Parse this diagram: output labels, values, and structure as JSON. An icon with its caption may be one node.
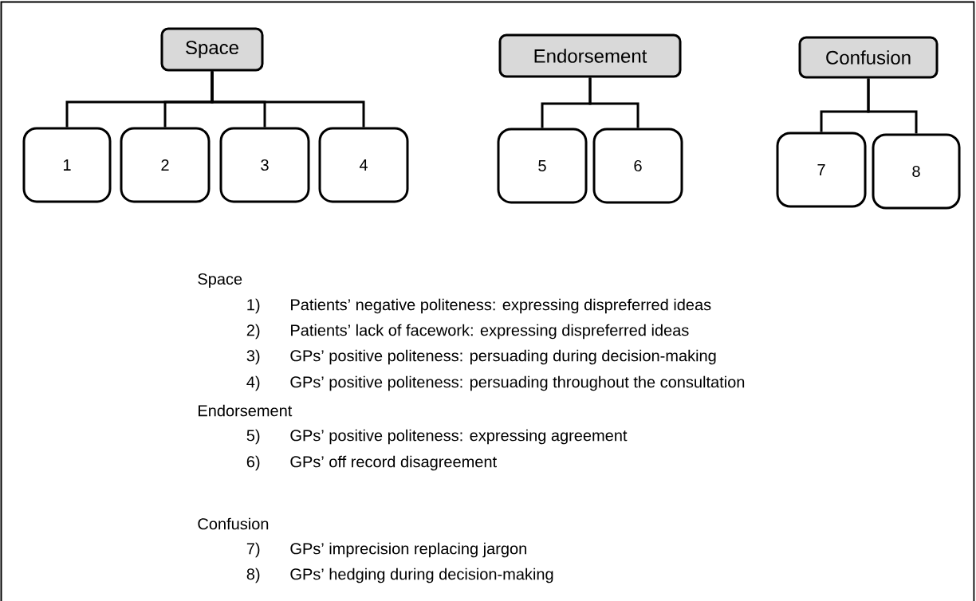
{
  "diagram": {
    "nodes": [
      {
        "text": [
          "Space"
        ]
      },
      {
        "text": [
          "1"
        ]
      },
      {
        "text": [
          "2"
        ]
      },
      {
        "text": [
          "3"
        ]
      },
      {
        "text": [
          "4"
        ]
      },
      {
        "text": [
          "Endorsement"
        ]
      },
      {
        "text": [
          "5"
        ]
      },
      {
        "text": [
          "6"
        ]
      },
      {
        "text": [
          "Confusion"
        ]
      },
      {
        "text": [
          "7"
        ]
      },
      {
        "text": [
          "8"
        ]
      }
    ],
    "edges": [
      {
        "from": 0,
        "to": 1,
        "arrow": "none"
      },
      {
        "from": 0,
        "to": 2,
        "arrow": "none"
      },
      {
        "from": 0,
        "to": 3,
        "arrow": "none"
      },
      {
        "from": 0,
        "to": 4,
        "arrow": "none"
      },
      {
        "from": 5,
        "to": 6,
        "arrow": "none"
      },
      {
        "from": 5,
        "to": 7,
        "arrow": "none"
      },
      {
        "from": 8,
        "to": 9,
        "arrow": "none"
      },
      {
        "from": 8,
        "to": 10,
        "arrow": "none"
      }
    ],
    "labels": [
      "Space",
      "1)",
      "Patients’ negative politeness: expressing dispreferred ideas",
      "2)",
      "Patients’ lack of facework: expressing dispreferred ideas",
      "3)",
      "GPs’ positive politeness: persuading during decision-making",
      "4)",
      "GPs’ positive politeness: persuading throughout the consultation",
      "Endorsement",
      "5)",
      "GPs’ positive politeness: expressing agreement",
      "6)",
      "GPs’ off record disagreement",
      "Confusion",
      "7)",
      "GPs’ imprecision replacing jargon",
      "8)",
      "GPs’ hedging during decision-making"
    ]
  }
}
